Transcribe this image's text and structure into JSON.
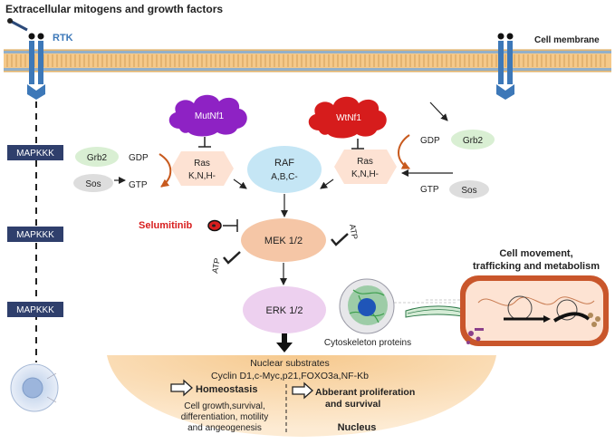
{
  "header": {
    "title": "Extracellular mitogens and growth factors",
    "rtk_label": "RTK",
    "membrane_label": "Cell membrane"
  },
  "left_column": {
    "mapkkk_labels": [
      "MAPKKK",
      "MAPKKK",
      "MAPKKK"
    ]
  },
  "left_cluster": {
    "grb2": "Grb2",
    "sos": "Sos",
    "gdp": "GDP",
    "gtp": "GTP",
    "ras_title": "Ras",
    "ras_sub": "K,N,H-"
  },
  "right_cluster": {
    "grb2": "Grb2",
    "sos": "Sos",
    "gdp": "GDP",
    "gtp": "GTP",
    "ras_title": "Ras",
    "ras_sub": "K,N,H-"
  },
  "clouds": {
    "mut": "MutNf1",
    "wt": "WtNf1"
  },
  "raf": {
    "title": "RAF",
    "sub": "A,B,C-"
  },
  "mek": {
    "label": "MEK 1/2",
    "inhibitor": "Selumitinib",
    "atp_left": "ATP",
    "atp_right": "ATP"
  },
  "erk": {
    "label": "ERK 1/2"
  },
  "cytoskeleton": {
    "label": "Cytoskeleton proteins"
  },
  "cell_movement": {
    "line1": "Cell movement,",
    "line2": "trafficking and metabolism"
  },
  "nucleus": {
    "substrates_title": "Nuclear substrates",
    "substrates_list": "Cyclin D1,c-Myc,p21,FOXO3a,NF-Kb",
    "homeostasis": "Homeostasis",
    "homeostasis_desc": [
      "Cell growth,survival,",
      "differentiation, motility",
      "and angeogenesis"
    ],
    "aberrant": [
      "Abberant proliferation",
      "and survival"
    ],
    "label": "Nucleus"
  },
  "colors": {
    "membrane_fill": "#f5c98a",
    "receptor_blue": "#3d78b8",
    "mapkkk_bg": "#2f3f6c",
    "ras_fill": "#fde2d3",
    "raf_fill": "#c5e6f5",
    "mek_fill": "#f5c6a6",
    "erk_fill": "#edd0ef",
    "grb2_fill": "#d9efd3",
    "sos_fill": "#dddddd",
    "mut_cloud": "#8e22c4",
    "wt_cloud": "#d61c1c",
    "nucleus_fill": "#fbdcb2",
    "inhibitor_red": "#d81e1e"
  }
}
